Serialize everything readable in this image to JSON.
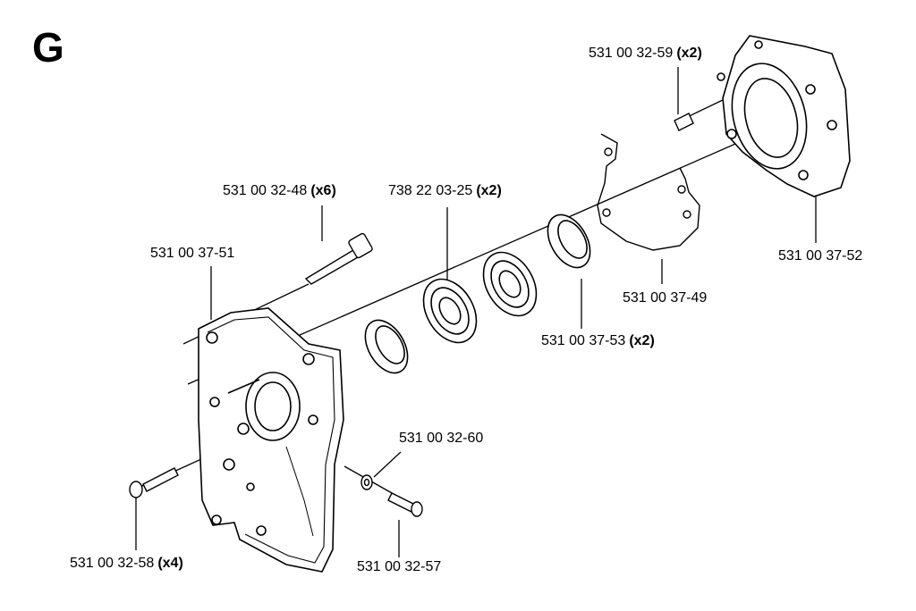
{
  "section": "G",
  "parts": [
    {
      "id": "p1",
      "number": "531 00 32-59",
      "qty": "(x2)"
    },
    {
      "id": "p2",
      "number": "531 00 32-48",
      "qty": "(x6)"
    },
    {
      "id": "p3",
      "number": "738 22 03-25",
      "qty": "(x2)"
    },
    {
      "id": "p4",
      "number": "531 00 37-51",
      "qty": ""
    },
    {
      "id": "p5",
      "number": "531 00 37-52",
      "qty": ""
    },
    {
      "id": "p6",
      "number": "531 00 37-49",
      "qty": ""
    },
    {
      "id": "p7",
      "number": "531 00 37-53",
      "qty": "(x2)"
    },
    {
      "id": "p8",
      "number": "531 00 32-60",
      "qty": ""
    },
    {
      "id": "p9",
      "number": "531 00 32-58",
      "qty": "(x4)"
    },
    {
      "id": "p10",
      "number": "531 00 32-57",
      "qty": ""
    }
  ]
}
